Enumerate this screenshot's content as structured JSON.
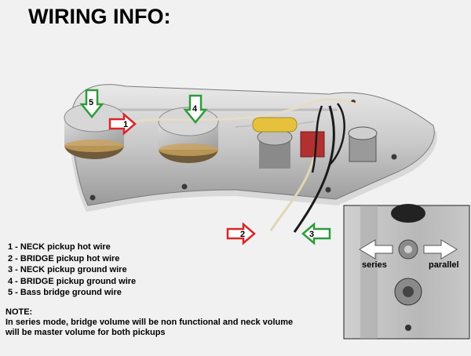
{
  "title": "WIRING INFO:",
  "legend": [
    "1 - NECK pickup hot wire",
    "2 - BRIDGE pickup hot wire",
    "3 - NECK pickup ground wire",
    "4 - BRIDGE pickup ground wire",
    "5 - Bass bridge ground wire"
  ],
  "note": {
    "heading": "NOTE:",
    "line1": "In series mode, bridge volume will be non functional and neck volume",
    "line2": "will be master volume for both pickups"
  },
  "markers": {
    "m1": "1",
    "m2": "2",
    "m3": "3",
    "m4": "4",
    "m5": "5"
  },
  "inset": {
    "series": "series",
    "parallel": "parallel"
  },
  "colors": {
    "red_arrow": "#d9262a",
    "green_arrow": "#2e9b3a"
  }
}
